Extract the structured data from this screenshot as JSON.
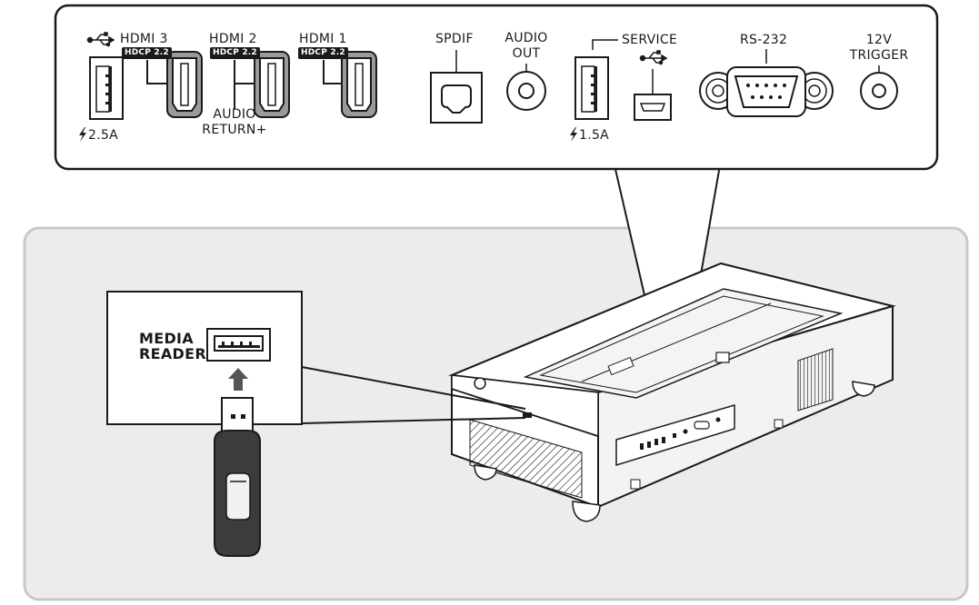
{
  "panel": {
    "hdmi3": "HDMI 3",
    "hdmi2": "HDMI 2",
    "hdmi1": "HDMI 1",
    "hdcp": "HDCP 2.2",
    "audio_return": "AUDIO RETURN+",
    "usb_power_1": "2.5A",
    "spdif": "SPDIF",
    "audio_out": "AUDIO OUT",
    "service": "SERVICE",
    "usb_power_2": "1.5A",
    "rs232": "RS-232",
    "trigger": "12V TRIGGER"
  },
  "callout": {
    "media_reader": "MEDIA READER"
  },
  "icons": [
    "usb-icon",
    "lightning-icon",
    "hdmi-port-icon",
    "optical-port-icon",
    "audio-jack-icon",
    "micro-usb-port-icon",
    "db9-serial-port-icon",
    "trigger-jack-icon",
    "up-arrow-icon",
    "usb-flash-drive-icon",
    "projector-icon"
  ]
}
